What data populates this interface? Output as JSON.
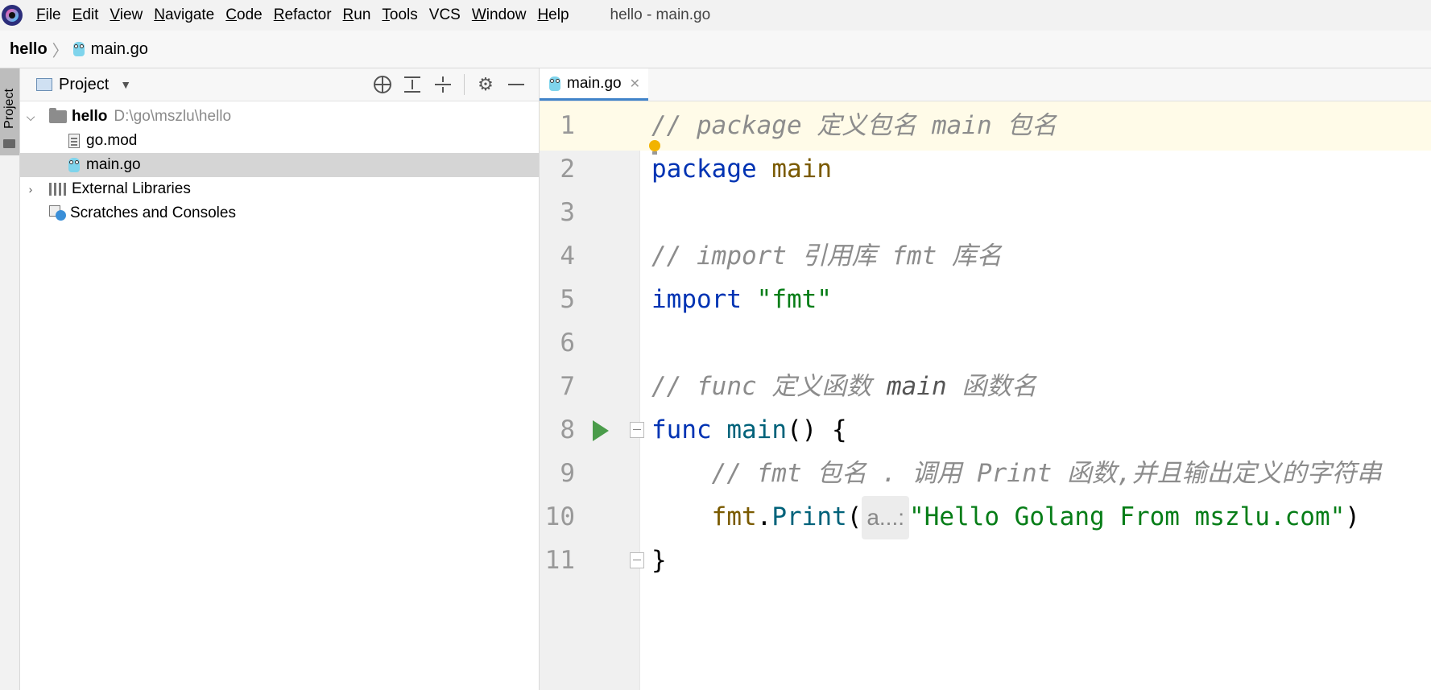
{
  "menu": {
    "items": [
      {
        "mn": "F",
        "rest": "ile"
      },
      {
        "mn": "E",
        "rest": "dit"
      },
      {
        "mn": "V",
        "rest": "iew"
      },
      {
        "mn": "N",
        "rest": "avigate"
      },
      {
        "mn": "C",
        "rest": "ode"
      },
      {
        "mn": "R",
        "rest": "efactor"
      },
      {
        "mn": "R",
        "rest": "un"
      },
      {
        "mn": "T",
        "rest": "ools"
      },
      {
        "mn": "",
        "rest": "VCS"
      },
      {
        "mn": "W",
        "rest": "indow"
      },
      {
        "mn": "H",
        "rest": "elp"
      }
    ],
    "window_title": "hello - main.go"
  },
  "breadcrumb": {
    "root": "hello",
    "file": "main.go"
  },
  "left_strip": {
    "tab_label": "Project"
  },
  "project": {
    "title": "Project",
    "tree": {
      "root_name": "hello",
      "root_path": "D:\\go\\mszlu\\hello",
      "file1": "go.mod",
      "file2": "main.go",
      "external": "External Libraries",
      "scratches": "Scratches and Consoles"
    }
  },
  "editor": {
    "tab": "main.go",
    "line_numbers": [
      "1",
      "2",
      "3",
      "4",
      "5",
      "6",
      "7",
      "8",
      "9",
      "10",
      "11"
    ],
    "code": {
      "l1": "// package 定义包名 main 包名",
      "l2_kw": "package",
      "l2_name": "main",
      "l4": "// import 引用库 fmt 库名",
      "l5_kw": "import",
      "l5_str": "\"fmt\"",
      "l7_a": "// func 定义函数 ",
      "l7_b": "main",
      "l7_c": " 函数名",
      "l8_kw": "func",
      "l8_fn": "main",
      "l8_rest": "() {",
      "l9": "    // fmt 包名 . 调用 Print 函数,并且输出定义的字符串",
      "l10_indent": "    ",
      "l10_pkg": "fmt",
      "l10_dot": ".",
      "l10_fn": "Print",
      "l10_open": "(",
      "l10_hint": "a...:",
      "l10_str": "\"Hello Golang From mszlu.com\"",
      "l10_close": ")",
      "l11": "}"
    }
  }
}
